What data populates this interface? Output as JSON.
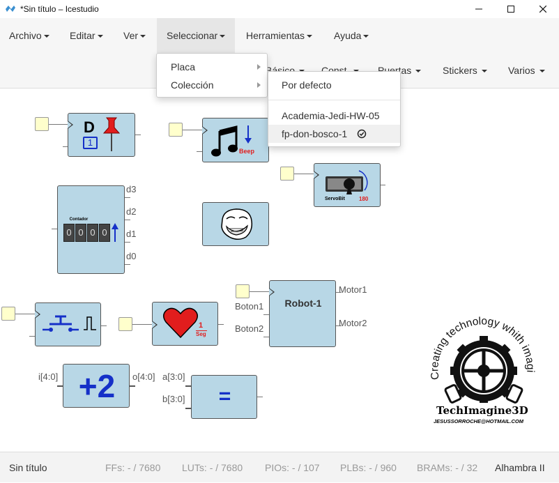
{
  "window": {
    "title": "*Sin título – Icestudio"
  },
  "menubar": {
    "items": [
      "Archivo",
      "Editar",
      "Ver",
      "Seleccionar",
      "Herramientas",
      "Ayuda"
    ]
  },
  "toolbar": {
    "items": [
      "Básico",
      "Const.",
      "Puertas",
      "Stickers",
      "Varios"
    ]
  },
  "select_menu": {
    "items": [
      "Placa",
      "Colección"
    ]
  },
  "collection_menu": {
    "default": "Por defecto",
    "items": [
      "Academia-Jedi-HW-05",
      "fp-don-bosco-1"
    ]
  },
  "blocks": {
    "dff": {
      "letter": "D",
      "num": "1"
    },
    "beep": {
      "label": "Beep"
    },
    "servo": {
      "name": "ServoBit",
      "value": "180"
    },
    "counter": {
      "title": "Contador",
      "digits": [
        "0",
        "0",
        "0",
        "0"
      ],
      "outputs": [
        "d3",
        "d2",
        "d1",
        "d0"
      ]
    },
    "heart": {
      "num": "1",
      "den": "Seg"
    },
    "robot": {
      "title": "Robot-1",
      "in1": "Boton1",
      "in2": "Boton2",
      "out1": "Motor1",
      "out2": "Motor2"
    },
    "plus2": {
      "text": "+2",
      "in": "i[4:0]",
      "out": "o[4:0]"
    },
    "equal": {
      "text": "=",
      "in1": "a[3:0]",
      "in2": "b[3:0]"
    }
  },
  "logo": {
    "arc": "Creating technology whith imagination",
    "name": "TechImagine3D",
    "email": "JESUSSORROCHE@HOTMAIL.COM"
  },
  "statusbar": {
    "project": "Sin título",
    "ffs_label": "FFs:",
    "ffs_value": "- / 7680",
    "luts_label": "LUTs:",
    "luts_value": "- / 7680",
    "pios_label": "PIOs:",
    "pios_value": "- / 107",
    "plbs_label": "PLBs:",
    "plbs_value": "- / 960",
    "brams_label": "BRAMs:",
    "brams_value": "- / 32",
    "board": "Alhambra II"
  },
  "colors": {
    "block": "#b8d7e6",
    "port": "#ffffcc",
    "accent_blue": "#0033cc",
    "pin_red": "#e11d1d"
  }
}
